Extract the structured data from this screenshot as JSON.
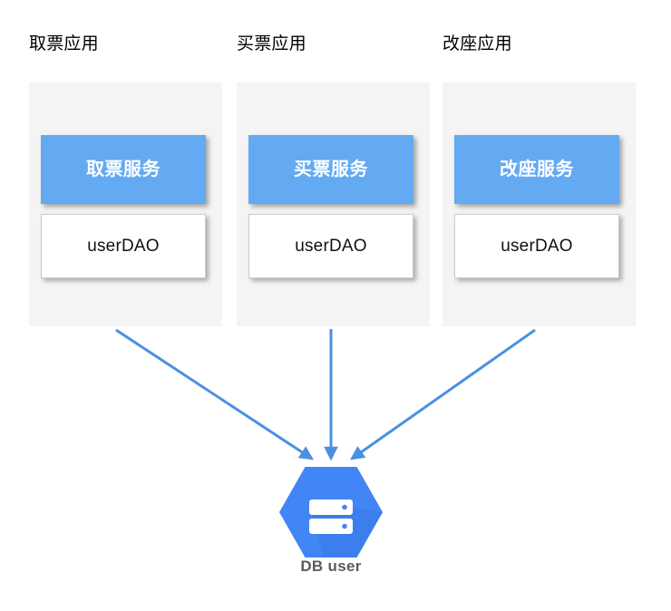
{
  "diagram": {
    "title": "",
    "colors": {
      "service_blue": "#64aaf2",
      "panel_gray": "#f4f4f4",
      "arrow_blue": "#4a90e2",
      "db_hex_blue": "#4285f4",
      "db_hex_shadow": "#3367d6",
      "db_label_gray": "#5b5b5b",
      "canvas_white": "#ffffff"
    },
    "columns": [
      {
        "title": "取票应用",
        "service": {
          "label": "取票服务",
          "icon": "service-box-icon"
        },
        "dao": {
          "label": "userDAO"
        }
      },
      {
        "title": "买票应用",
        "service": {
          "label": "买票服务",
          "icon": "service-box-icon"
        },
        "dao": {
          "label": "userDAO"
        }
      },
      {
        "title": "改座应用",
        "service": {
          "label": "改座服务",
          "icon": "service-box-icon"
        },
        "dao": {
          "label": "userDAO"
        }
      }
    ],
    "database": {
      "label": "DB user",
      "icon": "database-hexagon-icon"
    },
    "connections": [
      {
        "from": "取票应用",
        "to": "DB user",
        "style": "arrow"
      },
      {
        "from": "买票应用",
        "to": "DB user",
        "style": "arrow"
      },
      {
        "from": "改座应用",
        "to": "DB user",
        "style": "arrow"
      }
    ]
  }
}
